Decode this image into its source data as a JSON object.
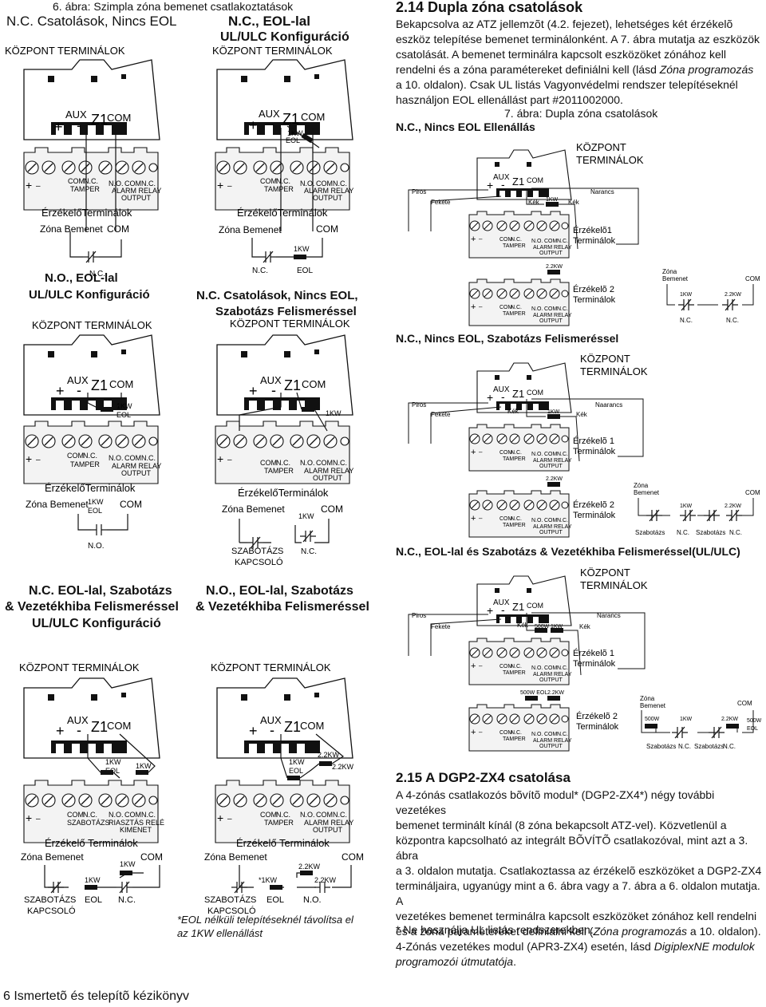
{
  "fig6_caption": "6. ábra: Szimpla zóna bemenet csatlakoztatások",
  "panel_labels": {
    "kozpont": "KÖZPONT TERMINÁLOK",
    "aux": "AUX",
    "z1": "Z1",
    "com": "COM",
    "plus": "+",
    "minus": "-",
    "erzekelo": "ÉrzékelőTerminálok",
    "erzekelo_spaced": "Érzékelő Terminálok",
    "zona_bemenet": "Zóna Bemenet",
    "tamper_com": "COM",
    "tamper_nc": "N.C.",
    "tamper": "TAMPER",
    "no": "N.O.",
    "nc": "N.C.",
    "alarm_relay": "ALARM RELAY",
    "output": "OUTPUT",
    "szabotazs": "SZABOTÁZS",
    "riasztas_rele": "RIASZTÁS RELÉ",
    "kimenet": "KIMENET",
    "kw1": "1KW",
    "kw22": "2.2KW",
    "eol": "EOL",
    "szabotazs_kapcsolo_1": "SZABOTÁZS",
    "szabotazs_kapcsolo_2": "KAPCSOLÓ",
    "eol_star": "*1KW"
  },
  "diagrams": {
    "d1": {
      "title": "N.C. Csatolások,  Nincs EOL"
    },
    "d2": {
      "title1": "N.C., EOL-lal",
      "title2": "UL/ULC Konfiguráció"
    },
    "d3": {
      "title1": "N.O., EOL-lal",
      "title2": "UL/ULC Konfiguráció"
    },
    "d4": {
      "title1": "N.C. Csatolások, Nincs EOL,",
      "title2": "Szabotázs Felismeréssel"
    },
    "d5": {
      "title1": "N.C. EOL-lal, Szabotázs",
      "title2": "& Vezetékhiba Felismeréssel",
      "title3": "UL/ULC Konfiguráció"
    },
    "d6": {
      "title1": "N.O., EOL-lal, Szabotázs",
      "title2": "& Vezetékhiba Felismeréssel"
    }
  },
  "footnote": "*EOL nélküli telepítéseknél távolítsa el az 1KW ellenállást",
  "footnote_1": "*EOL nélküli telepítéseknél távolítsa el",
  "footnote_2": "az 1KW ellenállást",
  "section_214": {
    "heading": "2.14 Dupla zóna csatolások",
    "body_lines": [
      "Bekapcsolva az ATZ jellemzõt (4.2. fejezet), lehetséges két érzékelõ",
      "eszköz telepítése bemenet terminálonként. A 7. ábra mutatja az eszközök",
      "csatolását. A bemenet terminálra kapcsolt eszközöket zónához kell",
      "rendelni és a zóna paramétereket definiálni kell (lásd ",
      "a 10. oldalon). Csak UL listás Vagyonvédelmi rendszer telepítéseknél",
      "használjon EOL ellenállást part #2011002000."
    ],
    "italic_ref": "Zóna programozás",
    "fig7_caption": "7. ábra: Dupla zóna csatolások"
  },
  "dual": {
    "a_title": "N.C., Nincs EOL Ellenállás",
    "b_title": "N.C., Nincs EOL, Szabotázs Felismeréssel",
    "c_title": "N.C., EOL-lal és Szabotázs & Vezetékhiba Felismeréssel(UL/ULC)",
    "kozpont_1": "KÖZPONT",
    "kozpont_2": "TERMINÁLOK",
    "piros": "Piros",
    "fekete": "Fekete",
    "kek": "Kék",
    "narancs": "Narancs",
    "naarancs": "Naarancs",
    "erz1_a": "Érzékelõ1",
    "erz1_b": "Érzékelõ 1",
    "erz_term": "Terminálok",
    "erz2": "Érzékelõ 2",
    "zona": "Zóna",
    "bemenet": "Bemenet",
    "w500": "500W",
    "w500eol": "500W  EOL",
    "szabotazs": "Szabotázs"
  },
  "section_215": {
    "heading": "2.15 A DGP2-ZX4  csatolása",
    "body_lines": [
      "A 4-zónás csatlakozós bõvítõ modul* (DGP2-ZX4*) négy további vezetékes",
      "bemenet terminált kínál (8 zóna bekapcsolt ATZ-vel). Közvetlenül a",
      "központra kapcsolható az integrált BÕVÍTÕ csatlakozóval, mint azt a 3. ábra",
      "a 3. oldalon mutatja. Csatlakoztassa az érzékelõ eszközöket a DGP2-ZX4",
      "termináljaira, ugyanúgy mint a 6. ábra vagy a 7. ábra a 6. oldalon mutatja. A",
      "vezetékes bemenet terminálra kapcsolt eszközöket zónához kell rendelni",
      "és a zóna paramétereket definiálni kell (",
      "4-Zónás vezetékes modul (APR3-ZX4) esetén, lásd "
    ],
    "italic_1": "Zóna programozás",
    "tail_1": " a 10. oldalon).",
    "italic_2": "DigiplexNE modulok",
    "italic_3": "programozói útmutatója",
    "note": "* Ne használja UL listás rendszerekben."
  },
  "footer": "6 Ismertetõ és telepítõ kézikönyv"
}
